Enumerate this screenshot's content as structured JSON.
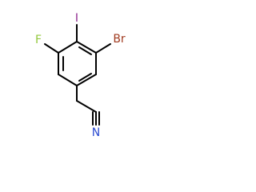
{
  "molecule": {
    "atoms": {
      "fluorine": "F",
      "iodine": "I",
      "bromine": "Br",
      "nitrogen": "N"
    },
    "colors": {
      "bond": "#000000",
      "fluorine": "#93c83d",
      "iodine": "#8f2a8f",
      "bromine": "#a03a1f",
      "nitrogen": "#2b4bd1"
    }
  }
}
